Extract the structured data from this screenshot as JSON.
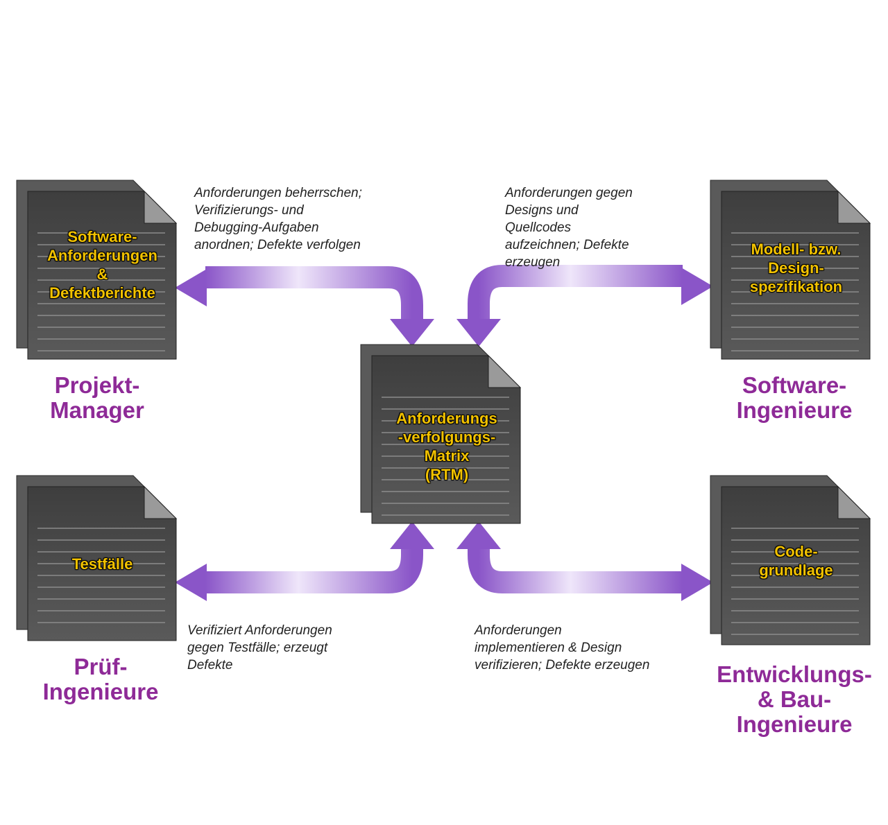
{
  "documents": {
    "top_left": {
      "lines": [
        "Software-",
        "Anforderungen",
        "&",
        "Defektberichte"
      ]
    },
    "top_right": {
      "lines": [
        "Modell- bzw.",
        "Design-",
        "spezifikation"
      ]
    },
    "center": {
      "lines": [
        "Anforderungs",
        "-verfolgungs-",
        "Matrix",
        "(RTM)"
      ]
    },
    "bottom_left": {
      "lines": [
        "Testfälle"
      ]
    },
    "bottom_right": {
      "lines": [
        "Code-",
        "grundlage"
      ]
    }
  },
  "roles": {
    "top_left": [
      "Projekt-",
      "Manager"
    ],
    "top_right": [
      "Software-",
      "Ingenieure"
    ],
    "bottom_left": [
      "Prüf-",
      "Ingenieure"
    ],
    "bottom_right": [
      "Entwicklungs-",
      "& Bau-",
      "Ingenieure"
    ]
  },
  "descriptions": {
    "top_left": [
      "Anforderungen beherrschen;",
      "Verifizierungs- und",
      "Debugging-Aufgaben",
      "anordnen; Defekte verfolgen"
    ],
    "top_right": [
      "Anforderungen gegen",
      "Designs und",
      "Quellcodes",
      "aufzeichnen;  Defekte",
      "erzeugen"
    ],
    "bottom_left": [
      "Verifiziert Anforderungen",
      "gegen Testfälle; erzeugt",
      "Defekte"
    ],
    "bottom_right": [
      "Anforderungen",
      "implementieren &  Design",
      "verifizieren; Defekte erzeugen"
    ]
  },
  "colors": {
    "document_fill": "#4a4a4a",
    "document_back": "#5a5a5a",
    "document_title": "#f2c200",
    "role_text": "#8e2a97",
    "arrow_dark": "#8a55c8",
    "arrow_light": "#ece2f8"
  }
}
